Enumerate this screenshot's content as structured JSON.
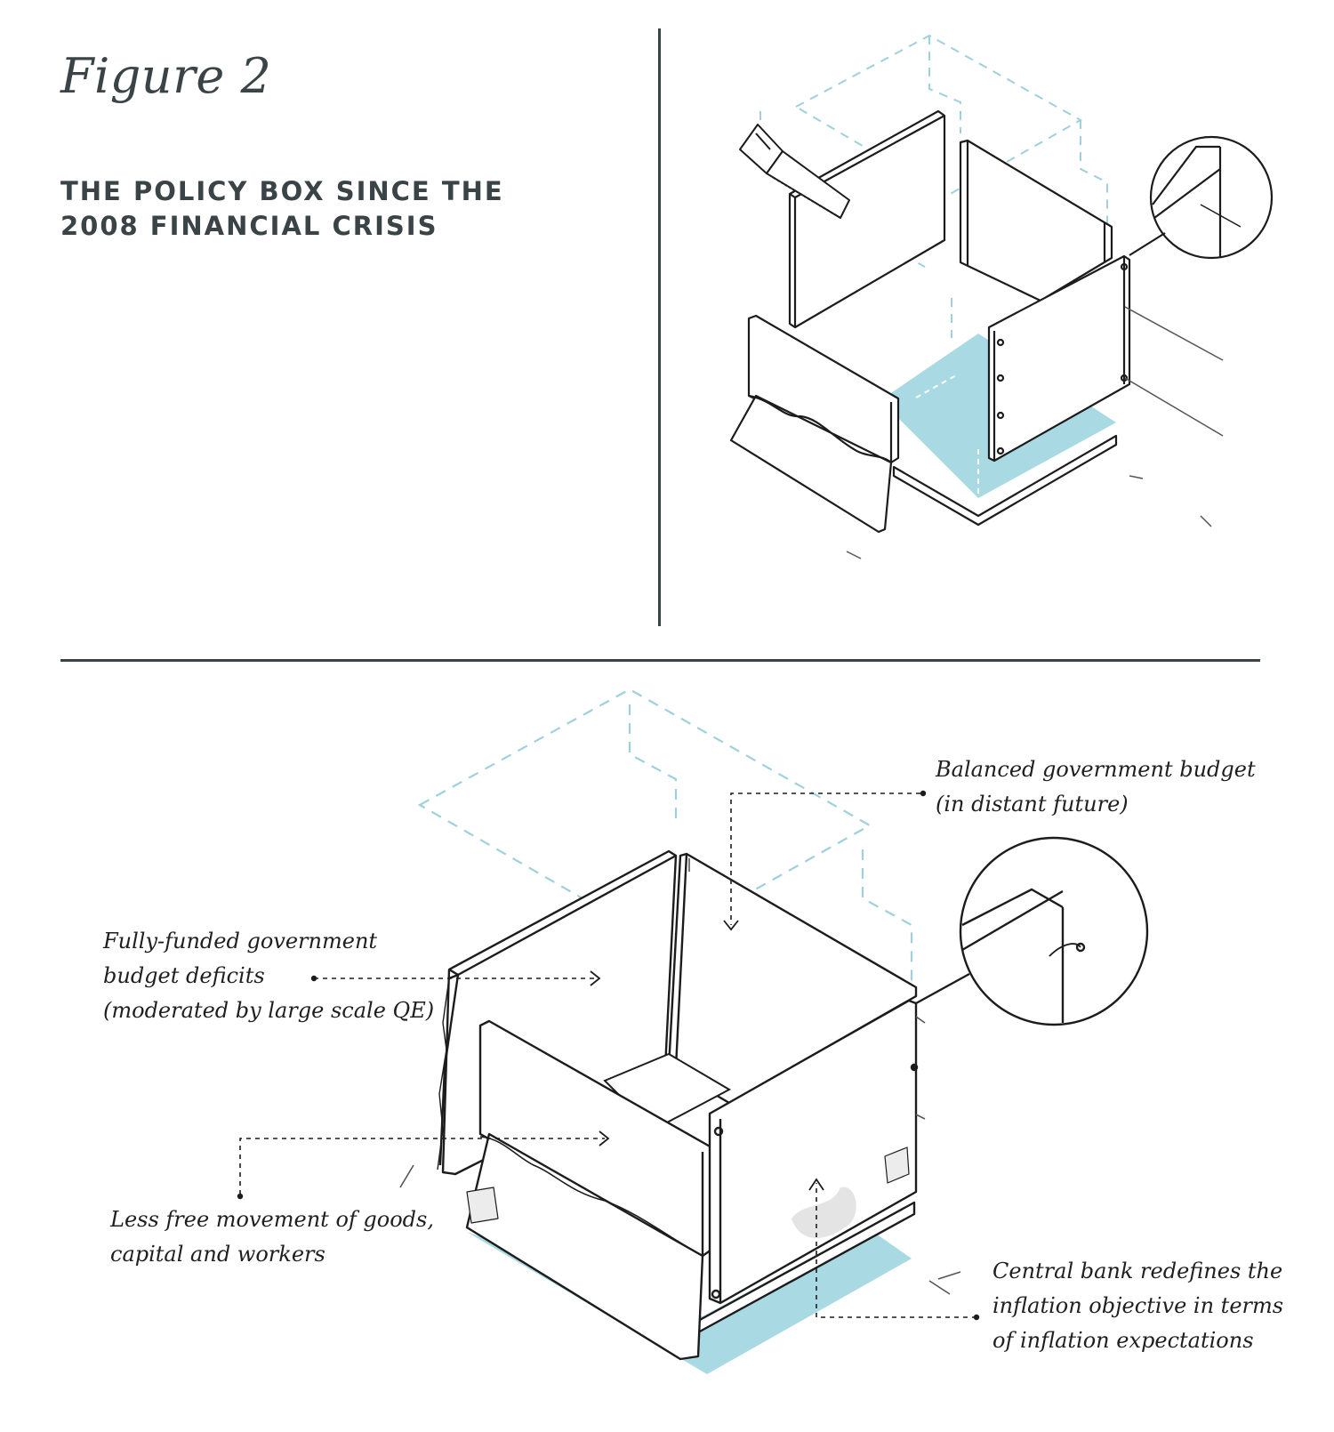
{
  "figure": {
    "title": "Figure 2",
    "subtitle_line1": "THE POLICY BOX SINCE THE",
    "subtitle_line2": "2008 FINANCIAL CRISIS"
  },
  "labels": {
    "balanced_line1": "Balanced government budget",
    "balanced_line2": "(in distant future)",
    "funded_line1": "Fully-funded government",
    "funded_line2": "budget deficits",
    "funded_line3": "(moderated by large scale QE)",
    "free_line1": "Less free movement of goods,",
    "free_line2": "capital and workers",
    "central_line1": "Central bank redefines the",
    "central_line2": "inflation objective in terms",
    "central_line3": "of inflation expectations"
  },
  "colors": {
    "accent_blue": "#a9d9e2",
    "dashed_blue": "#9fd0dc",
    "ink": "#1c1c1c",
    "divider": "#3a4447"
  }
}
